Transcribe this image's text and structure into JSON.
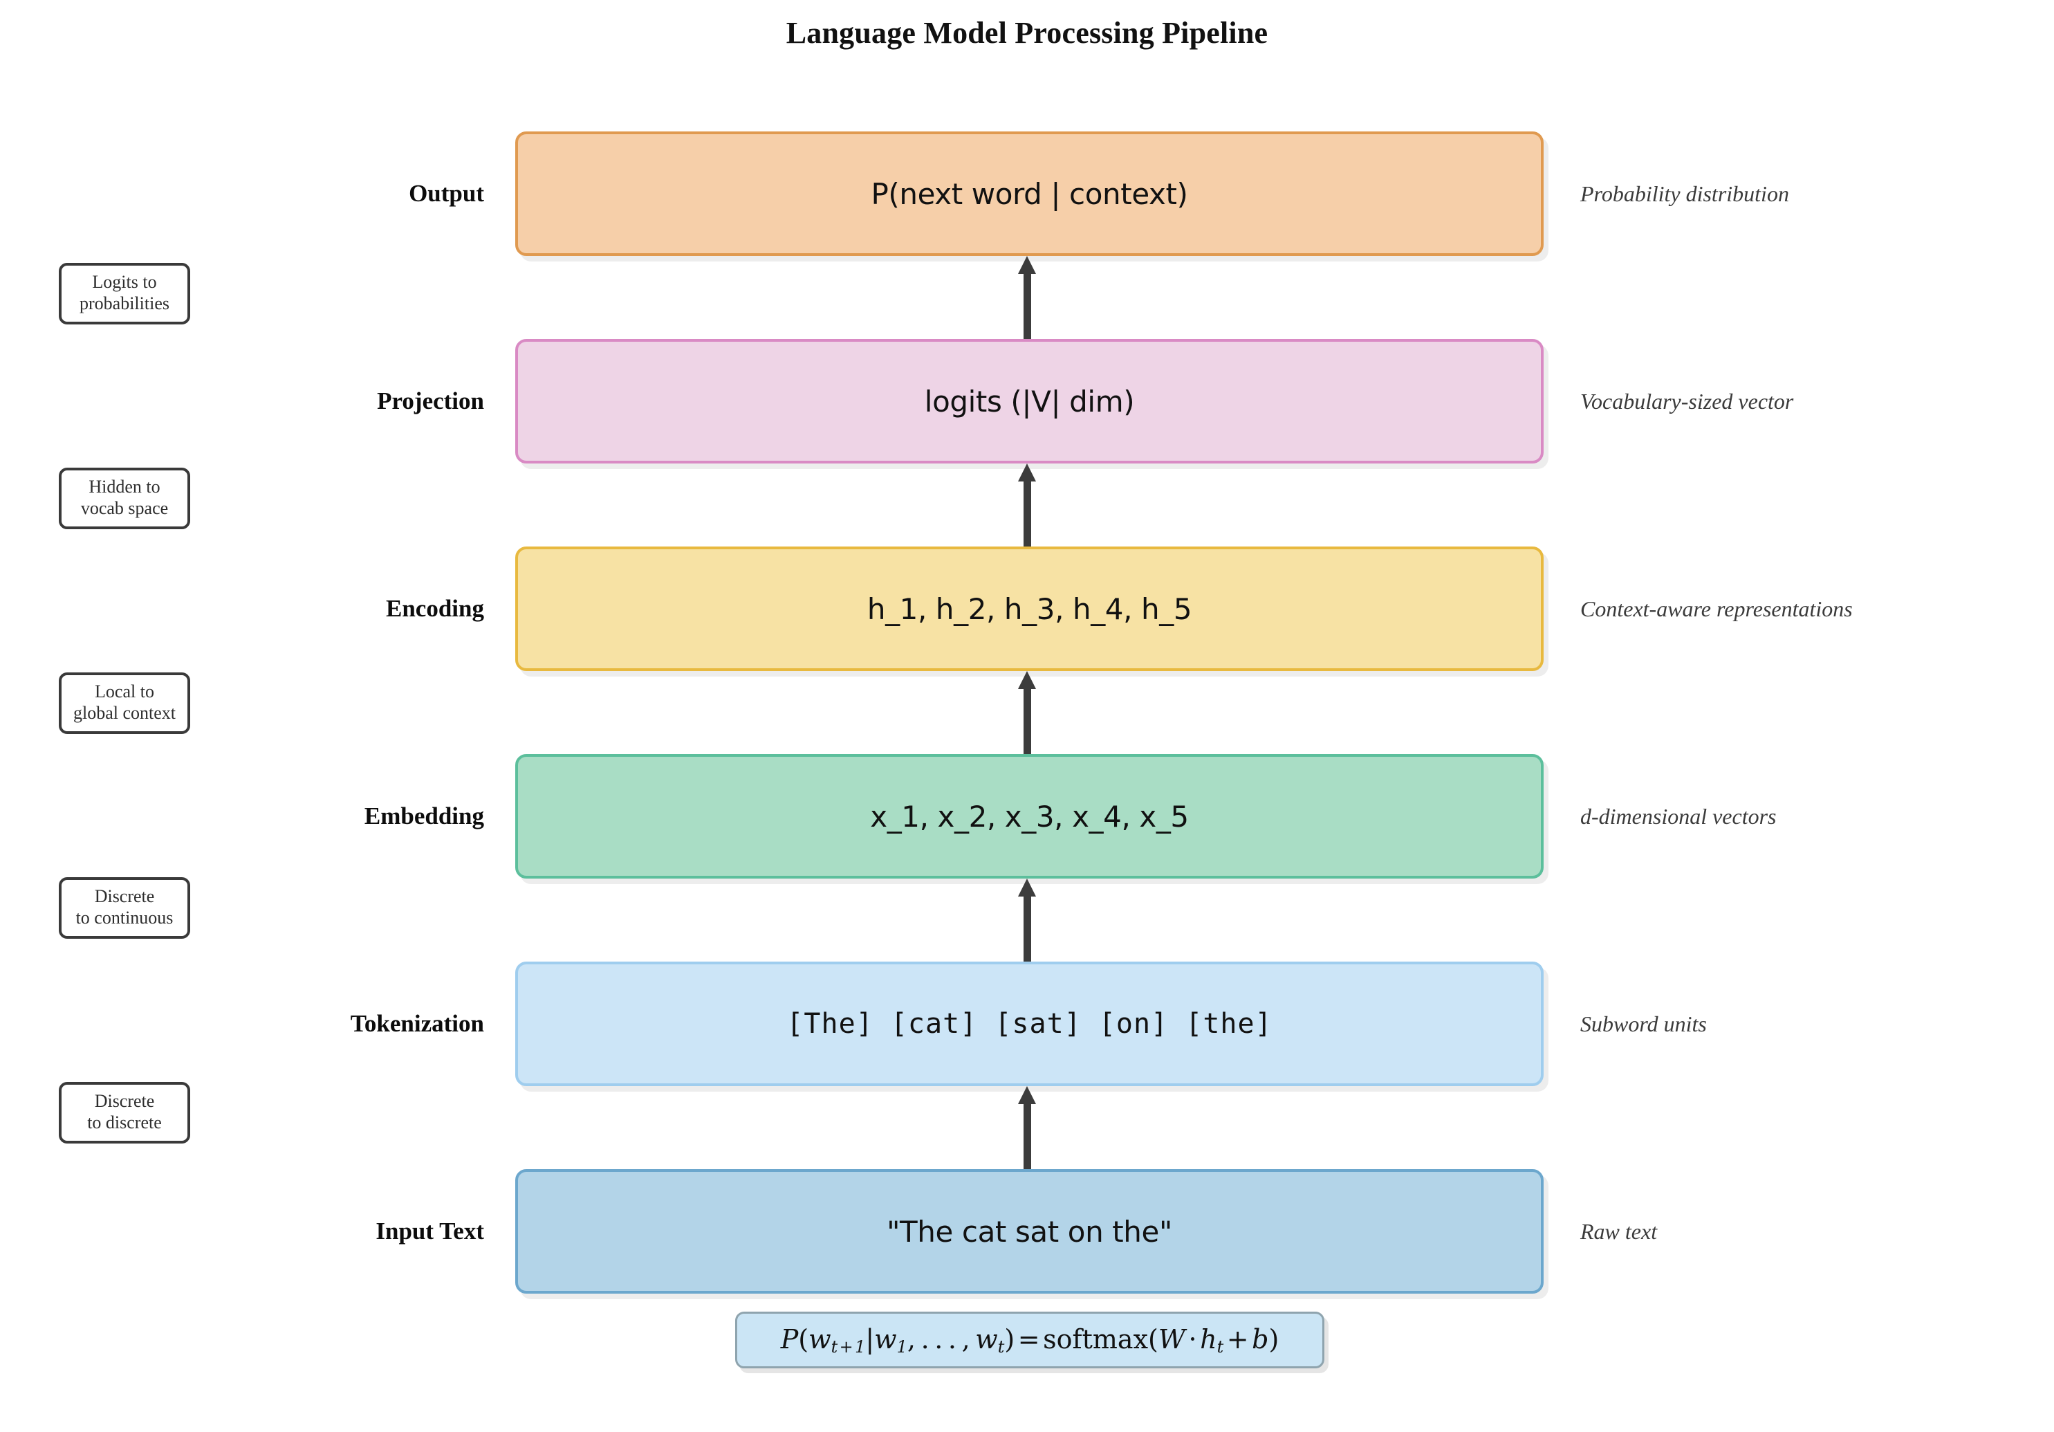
{
  "title": "Language Model Processing Pipeline",
  "stages": [
    {
      "label": "Output",
      "text": "P(next word | context)",
      "note": "Probability distribution",
      "fill": "#f6cfa9",
      "border": "#e09a50",
      "mono": false
    },
    {
      "label": "Projection",
      "text": "logits (|V| dim)",
      "note": "Vocabulary-sized vector",
      "fill": "#eed4e6",
      "border": "#d98ac4",
      "mono": false
    },
    {
      "label": "Encoding",
      "text": "h_1, h_2, h_3, h_4, h_5",
      "note": "Context-aware representations",
      "fill": "#f7e2a4",
      "border": "#e8b93f",
      "mono": false
    },
    {
      "label": "Embedding",
      "text": "x_1, x_2, x_3, x_4, x_5",
      "note": "d-dimensional vectors",
      "fill": "#a9ddc5",
      "border": "#5cbf9c",
      "mono": false
    },
    {
      "label": "Tokenization",
      "text": "[The] [cat] [sat] [on] [the]",
      "note": "Subword units",
      "fill": "#cce5f7",
      "border": "#9fcdee",
      "mono": true
    },
    {
      "label": "Input Text",
      "text": "\"The cat sat on the\"",
      "note": "Raw text",
      "fill": "#b3d4e8",
      "border": "#6ca7cd",
      "mono": false
    }
  ],
  "transitions": [
    {
      "line1": "Logits to",
      "line2": "probabilities"
    },
    {
      "line1": "Hidden to",
      "line2": "vocab space"
    },
    {
      "line1": "Local to",
      "line2": "global context"
    },
    {
      "line1": "Discrete",
      "line2": "to continuous"
    },
    {
      "line1": "Discrete",
      "line2": "to discrete"
    }
  ],
  "formula": {
    "plain": "P(w_{t+1}|w_1,...,w_t) = softmax(W . h_t + b)"
  },
  "colors": {
    "arrow": "#3c3c3c",
    "title_text": "#111111",
    "note_text": "#3b3b3b",
    "formula_fill": "#cbe5f5",
    "formula_border": "#8fa4ae"
  }
}
